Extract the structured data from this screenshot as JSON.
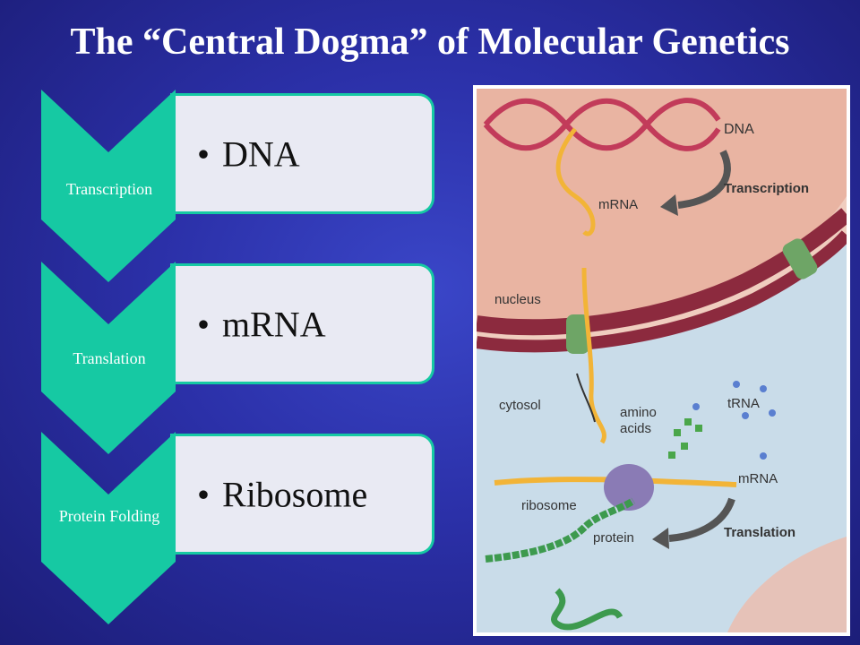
{
  "title": "The “Central Dogma” of Molecular Genetics",
  "steps": [
    {
      "label": "Transcription",
      "item": "DNA"
    },
    {
      "label": "Translation",
      "item": "mRNA"
    },
    {
      "label": "Protein Folding",
      "item": "Ribosome"
    }
  ],
  "figure": {
    "dna": "DNA",
    "transcription": "Transcription",
    "mrna_top": "mRNA",
    "nucleus": "nucleus",
    "cytosol": "cytosol",
    "amino_acids_1": "amino",
    "amino_acids_2": "acids",
    "trna": "tRNA",
    "mrna_bottom": "mRNA",
    "ribosome": "ribosome",
    "protein": "protein",
    "translation": "Translation"
  },
  "colors": {
    "accent": "#16c9a3",
    "box": "#e9eaf3",
    "background": "#2b30a8"
  }
}
